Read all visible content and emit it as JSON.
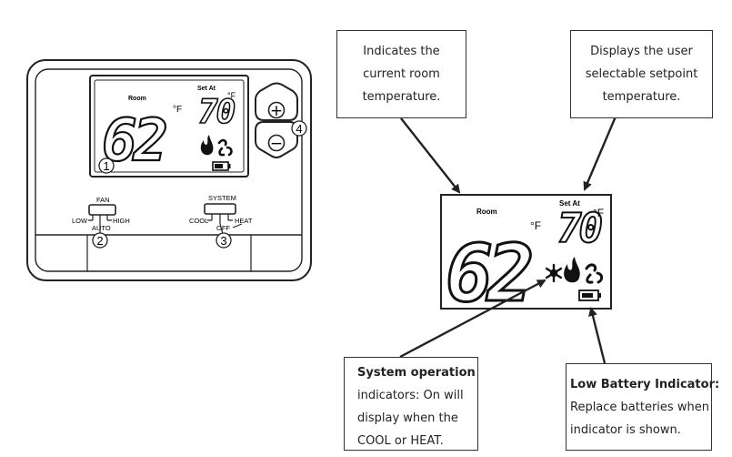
{
  "thermostat": {
    "room_label": "Room",
    "room_temp": "62",
    "unit": "°F",
    "set_at_label": "Set At",
    "set_temp": "70",
    "up_button_symbol": "+",
    "down_button_symbol": "−",
    "fan_switch": {
      "label": "FAN",
      "left": "LOW",
      "right": "HIGH",
      "bottom": "AUTO"
    },
    "system_switch": {
      "label": "SYSTEM",
      "left": "COOL",
      "right": "HEAT",
      "bottom": "OFF"
    },
    "markers": [
      "1",
      "2",
      "3",
      "4"
    ]
  },
  "zoom_display": {
    "room_label": "Room",
    "room_temp": "62",
    "unit": "°F",
    "set_at_label": "Set At",
    "set_temp": "70",
    "icons": [
      "snowflake-icon",
      "flame-icon",
      "fan-icon",
      "battery-icon"
    ]
  },
  "callouts": {
    "room_temp": [
      "Indicates the",
      "current room",
      "temperature."
    ],
    "setpoint": [
      "Displays the user",
      "selectable setpoint",
      "temperature."
    ],
    "system_op": {
      "title": "System operation",
      "lines": [
        "indicators: On will",
        "display when the",
        "COOL or HEAT."
      ]
    },
    "battery": {
      "title": "Low Battery Indicator:",
      "lines": [
        "Replace batteries when",
        "indicator is shown."
      ]
    }
  },
  "colors": {
    "line": "#222222",
    "background": "#ffffff"
  }
}
